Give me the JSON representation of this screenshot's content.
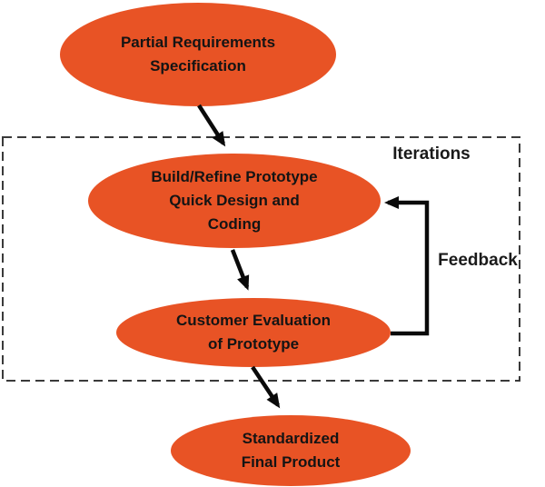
{
  "diagram": {
    "nodes": [
      {
        "id": "partial-requirements",
        "label": "Partial Requirements\nSpecification"
      },
      {
        "id": "build-refine-prototype",
        "label": "Build/Refine Prototype\nQuick Design and\nCoding"
      },
      {
        "id": "customer-evaluation",
        "label": "Customer Evaluation\nof Prototype"
      },
      {
        "id": "standardized-final-product",
        "label": "Standardized\nFinal Product"
      }
    ],
    "iterations_label": "Iterations",
    "feedback_label": "Feedback",
    "edges": [
      {
        "from": "partial-requirements",
        "to": "build-refine-prototype"
      },
      {
        "from": "build-refine-prototype",
        "to": "customer-evaluation"
      },
      {
        "from": "customer-evaluation",
        "to": "build-refine-prototype",
        "label": "Feedback"
      },
      {
        "from": "customer-evaluation",
        "to": "standardized-final-product"
      }
    ],
    "colors": {
      "node_fill": "#E85325",
      "text": "#141414",
      "arrow": "#0a0a0a",
      "dashed_border": "#3a3a3a",
      "background": "#ffffff"
    }
  }
}
